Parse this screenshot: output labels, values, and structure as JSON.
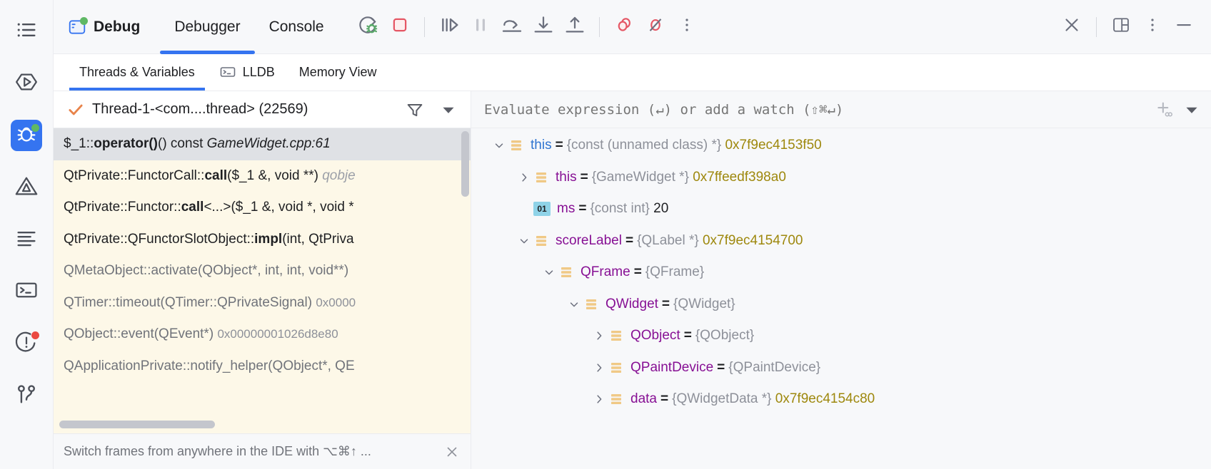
{
  "activity_bar": {
    "items": [
      {
        "name": "project-list-icon",
        "icon": "bulleted-list",
        "selected": false,
        "badge": null
      },
      {
        "name": "run-icon",
        "icon": "run-hexagon",
        "selected": false,
        "badge": null
      },
      {
        "name": "debug-icon",
        "icon": "bug",
        "selected": true,
        "badge": "green"
      },
      {
        "name": "problems-icon",
        "icon": "warning-triangle",
        "selected": false,
        "badge": null
      },
      {
        "name": "structure-icon",
        "icon": "lines",
        "selected": false,
        "badge": null
      },
      {
        "name": "terminal-icon",
        "icon": "terminal",
        "selected": false,
        "badge": null
      },
      {
        "name": "notifications-icon",
        "icon": "exclamation-circle",
        "selected": false,
        "badge": "red"
      },
      {
        "name": "version-control-icon",
        "icon": "branch",
        "selected": false,
        "badge": null
      }
    ]
  },
  "toolbar": {
    "title": "Debug",
    "tabs": [
      {
        "label": "Debugger",
        "active": true
      },
      {
        "label": "Console",
        "active": false
      }
    ],
    "buttons": [
      {
        "name": "rerun-debug-button",
        "icon": "rerun-bug"
      },
      {
        "name": "stop-button",
        "icon": "stop-square"
      },
      {
        "name": "resume-button",
        "icon": "resume"
      },
      {
        "name": "pause-button",
        "icon": "pause"
      },
      {
        "name": "step-over-button",
        "icon": "step-over"
      },
      {
        "name": "step-into-button",
        "icon": "step-into"
      },
      {
        "name": "step-out-button",
        "icon": "step-out"
      },
      {
        "name": "view-breakpoints-button",
        "icon": "breakpoints"
      },
      {
        "name": "mute-breakpoints-button",
        "icon": "mute-breakpoints"
      },
      {
        "name": "more-options-button",
        "icon": "vertical-dots"
      }
    ],
    "right_buttons": [
      {
        "name": "close-button",
        "icon": "close-x"
      },
      {
        "name": "layout-button",
        "icon": "layout-panel"
      },
      {
        "name": "window-options-button",
        "icon": "vertical-dots"
      },
      {
        "name": "minimize-button",
        "icon": "minus"
      }
    ]
  },
  "subtabs": [
    {
      "label": "Threads & Variables",
      "active": true,
      "icon": null
    },
    {
      "label": "LLDB",
      "active": false,
      "icon": "terminal-small"
    },
    {
      "label": "Memory View",
      "active": false,
      "icon": null
    }
  ],
  "frames_panel": {
    "thread": {
      "status_icon": "checkmark",
      "label": "Thread-1-<com....thread> (22569)",
      "filter_icon": "funnel-icon",
      "dropdown_icon": "chevron-down-icon"
    },
    "frames": [
      {
        "ns": "$_1::",
        "fn": "operator()",
        "args": "() const",
        "loc": "GameWidget.cpp:61",
        "addr": "",
        "selected": true,
        "lib": false
      },
      {
        "ns": "QtPrivate::FunctorCall::",
        "fn": "call",
        "args": "($_1 &, void **)",
        "loc": "qobje",
        "addr": "",
        "selected": false,
        "lib": false
      },
      {
        "ns": "QtPrivate::Functor::",
        "fn": "call",
        "args": "<...>($_1 &, void *, void *",
        "loc": "",
        "addr": "",
        "selected": false,
        "lib": false
      },
      {
        "ns": "QtPrivate::QFunctorSlotObject::",
        "fn": "impl",
        "args": "(int, QtPriva",
        "loc": "",
        "addr": "",
        "selected": false,
        "lib": false
      },
      {
        "ns": "",
        "fn": "",
        "args": "QMetaObject::activate(QObject*, int, int, void**)",
        "loc": "",
        "addr": "",
        "selected": false,
        "lib": true
      },
      {
        "ns": "",
        "fn": "",
        "args": "QTimer::timeout(QTimer::QPrivateSignal)",
        "loc": "",
        "addr": "0x0000",
        "selected": false,
        "lib": true
      },
      {
        "ns": "",
        "fn": "",
        "args": "QObject::event(QEvent*)",
        "loc": "",
        "addr": "0x00000001026d8e80",
        "selected": false,
        "lib": true
      },
      {
        "ns": "",
        "fn": "",
        "args": "QApplicationPrivate::notify_helper(QObject*, QE",
        "loc": "",
        "addr": "",
        "selected": false,
        "lib": true
      }
    ],
    "hint": "Switch frames from anywhere in the IDE with ⌥⌘↑ ...",
    "hint_close_icon": "close-icon"
  },
  "variables_panel": {
    "evaluate_placeholder": "Evaluate expression (↵) or add a watch (⇧⌘↵)",
    "add_watch_icon": "add-watch-icon",
    "options_icon": "chevron-down-icon",
    "rows": [
      {
        "indent": 0,
        "twisty": "expanded",
        "icon": "struct",
        "name": "this",
        "name_color": "blue",
        "type": "{const (unnamed class) *}",
        "value": "0x7f9ec4153f50",
        "value_kind": "addr"
      },
      {
        "indent": 1,
        "twisty": "collapsed",
        "icon": "struct",
        "name": "this",
        "name_color": "purple",
        "type": "{GameWidget *}",
        "value": "0x7ffeedf398a0",
        "value_kind": "addr"
      },
      {
        "indent": 1,
        "twisty": "none",
        "icon": "int",
        "name": "ms",
        "name_color": "purple",
        "type": "{const int}",
        "value": "20",
        "value_kind": "num"
      },
      {
        "indent": 1,
        "twisty": "expanded",
        "icon": "struct",
        "name": "scoreLabel",
        "name_color": "purple",
        "type": "{QLabel *}",
        "value": "0x7f9ec4154700",
        "value_kind": "addr"
      },
      {
        "indent": 2,
        "twisty": "expanded",
        "icon": "struct",
        "name": "QFrame",
        "name_color": "purple",
        "type": "{QFrame}",
        "value": "",
        "value_kind": "none"
      },
      {
        "indent": 3,
        "twisty": "expanded",
        "icon": "struct",
        "name": "QWidget",
        "name_color": "purple",
        "type": "{QWidget}",
        "value": "",
        "value_kind": "none"
      },
      {
        "indent": 4,
        "twisty": "collapsed",
        "icon": "struct",
        "name": "QObject",
        "name_color": "purple",
        "type": "{QObject}",
        "value": "",
        "value_kind": "none"
      },
      {
        "indent": 4,
        "twisty": "collapsed",
        "icon": "struct",
        "name": "QPaintDevice",
        "name_color": "purple",
        "type": "{QPaintDevice}",
        "value": "",
        "value_kind": "none"
      },
      {
        "indent": 4,
        "twisty": "collapsed",
        "icon": "struct",
        "name": "data",
        "name_color": "purple",
        "type": "{QWidgetData *}",
        "value": "0x7f9ec4154c80",
        "value_kind": "addr"
      }
    ]
  },
  "colors": {
    "accent": "#3574f0",
    "toolbar_bg": "#f7f8fa",
    "frame_lib_bg": "#fdf8e8",
    "selected_frame_bg": "#dfe1e5",
    "address": "#9e880d",
    "name_purple": "#871094",
    "name_blue": "#2f74d0",
    "type_gray": "#8d9099",
    "stop_red": "#eb4a42",
    "ok_green": "#5fb865",
    "check_orange": "#e8834a"
  }
}
